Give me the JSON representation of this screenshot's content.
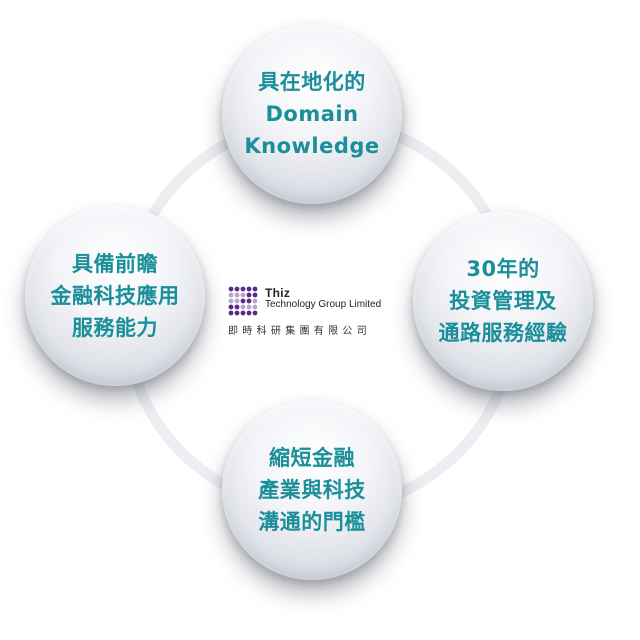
{
  "diagram": {
    "bubbles": {
      "top": [
        "具在地化的",
        "Domain",
        "Knowledge"
      ],
      "left": [
        "具備前瞻",
        "金融科技應用",
        "服務能力"
      ],
      "right": [
        "30年的",
        "投資管理及",
        "通路服務經驗"
      ],
      "bottom": [
        "縮短金融",
        "產業與科技",
        "溝通的門檻"
      ]
    },
    "accent_color": "#1a8f9a",
    "ring_color": "#eceef2"
  },
  "logo": {
    "title": "Thiz",
    "subtitle": "Technology Group Limited",
    "chinese_name": "即時科研集團有限公司",
    "mark_color": "#5b2a86"
  }
}
